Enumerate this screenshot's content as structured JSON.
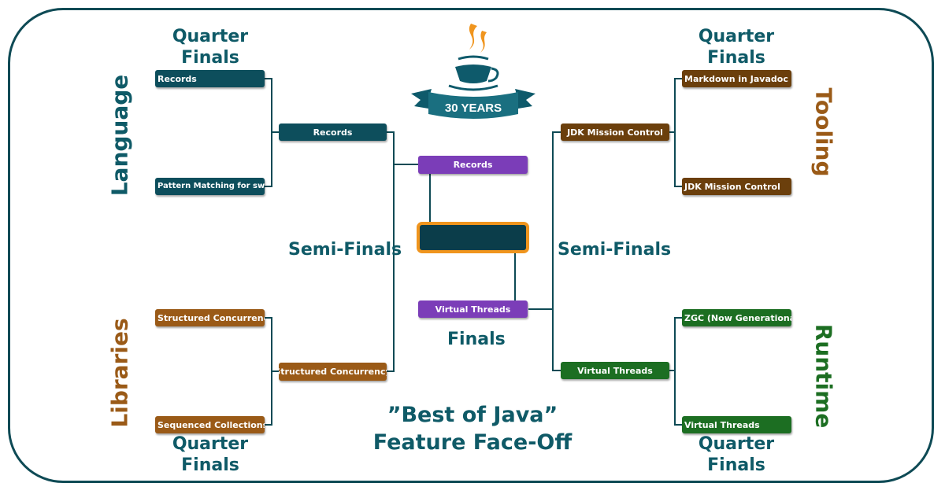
{
  "title": {
    "line1": "”Best of Java”",
    "line2": "Feature Face-Off"
  },
  "logo": {
    "text": "30 YEARS"
  },
  "headers": {
    "qf_left_top": {
      "line1": "Quarter",
      "line2": "Finals"
    },
    "qf_right_top": {
      "line1": "Quarter",
      "line2": "Finals"
    },
    "qf_left_bottom": {
      "line1": "Quarter",
      "line2": "Finals"
    },
    "qf_right_bottom": {
      "line1": "Quarter",
      "line2": "Finals"
    },
    "semi_left": "Semi-Finals",
    "semi_right": "Semi-Finals",
    "finals": "Finals"
  },
  "categories": {
    "language": "Language",
    "libraries": "Libraries",
    "tooling": "Tooling",
    "runtime": "Runtime"
  },
  "bracket": {
    "language_qf": [
      "Records",
      "Pattern Matching for switch"
    ],
    "language_sf": "Records",
    "libraries_qf": [
      "Structured Concurrency",
      "Sequenced Collections"
    ],
    "libraries_sf": "Structured Concurrency",
    "tooling_qf": [
      "Markdown in Javadoc",
      "JDK Mission Control"
    ],
    "tooling_sf": "JDK Mission Control",
    "runtime_qf": [
      "ZGC (Now Generational)",
      "Virtual Threads"
    ],
    "runtime_sf": "Virtual Threads",
    "finalist_top": "Records",
    "finalist_bottom": "Virtual Threads",
    "champion": ""
  },
  "colors": {
    "teal": "#0d4e5c",
    "brown": "#9a5a17",
    "dark_brown": "#6b3f0c",
    "green": "#1c6e22",
    "purple": "#7b3db8",
    "orange": "#f0951e"
  }
}
